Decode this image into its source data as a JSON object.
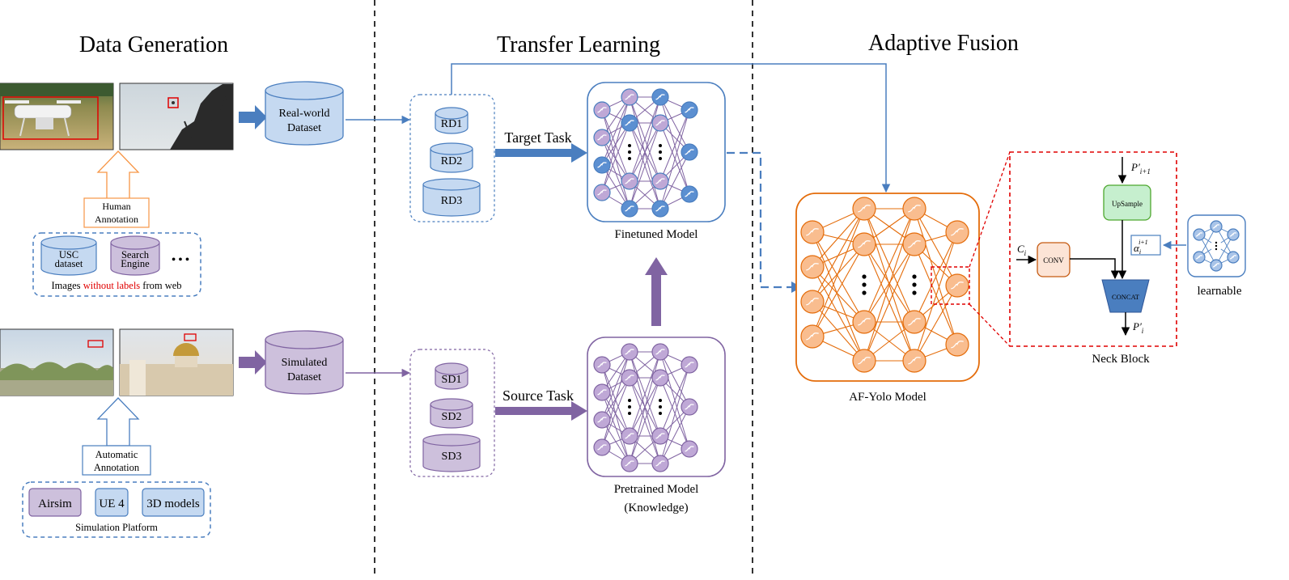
{
  "sections": {
    "data_generation": "Data Generation",
    "transfer_learning": "Transfer Learning",
    "adaptive_fusion": "Adaptive Fusion"
  },
  "data_generation": {
    "real_dataset": [
      "Real-world",
      "Dataset"
    ],
    "sim_dataset": [
      "Simulated",
      "Dataset"
    ],
    "human_annotation": [
      "Human",
      "Annotation"
    ],
    "automatic_annotation": [
      "Automatic",
      "Annotation"
    ],
    "usc_dataset": [
      "USC",
      "dataset"
    ],
    "search_engine": [
      "Search",
      "Engine"
    ],
    "ellipsis": "• • •",
    "web_caption": {
      "prefix": "Images ",
      "highlight": "without labels",
      "suffix": " from web"
    },
    "platforms": [
      "Airsim",
      "UE 4",
      "3D models"
    ],
    "platform_caption": "Simulation Platform"
  },
  "transfer_learning": {
    "real_sets": [
      "RD1",
      "RD2",
      "RD3"
    ],
    "sim_sets": [
      "SD1",
      "SD2",
      "SD3"
    ],
    "target_task": "Target Task",
    "source_task": "Source Task",
    "finetuned_model": "Finetuned Model",
    "pretrained_model": [
      "Pretrained Model",
      "(Knowledge)"
    ]
  },
  "adaptive_fusion": {
    "model_caption": "AF-Yolo Model",
    "neck_caption": "Neck Block",
    "upsample": "UpSample",
    "conv": "CONV",
    "concat": "CONCAT",
    "learnable": "learnable",
    "p_in": "P′i+1",
    "c_in": "Ci",
    "alpha": "αi i+1",
    "p_out": "P′i"
  },
  "colors": {
    "blue_stroke": "#4a7ebf",
    "blue_fill": "#c5d9f1",
    "purple_stroke": "#8064a2",
    "purple_fill": "#cdc0dc",
    "orange_stroke": "#e46c0a",
    "orange_fill": "#f9bd8f",
    "red": "#e00000",
    "green_fill": "#c6efce",
    "green_stroke": "#4ea72e"
  }
}
